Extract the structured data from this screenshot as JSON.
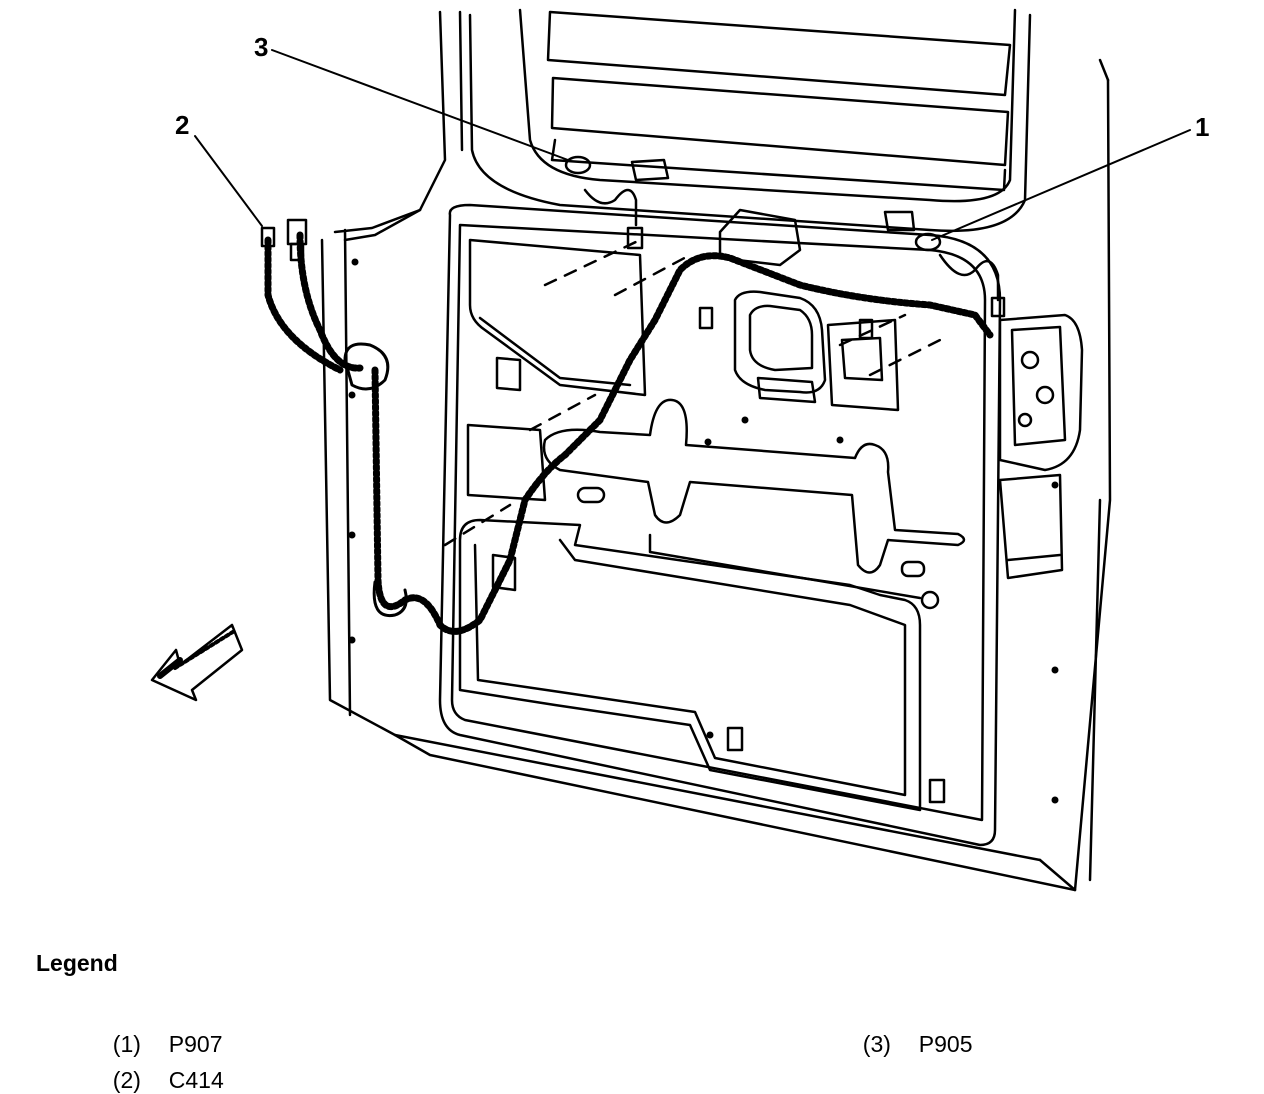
{
  "callouts": [
    {
      "number": "1",
      "target": "P907"
    },
    {
      "number": "2",
      "target": "C414"
    },
    {
      "number": "3",
      "target": "P905"
    }
  ],
  "legend": {
    "title": "Legend",
    "items": [
      {
        "number": "(1)",
        "label": "P907"
      },
      {
        "number": "(2)",
        "label": "C414"
      },
      {
        "number": "(3)",
        "label": "P905"
      }
    ]
  }
}
